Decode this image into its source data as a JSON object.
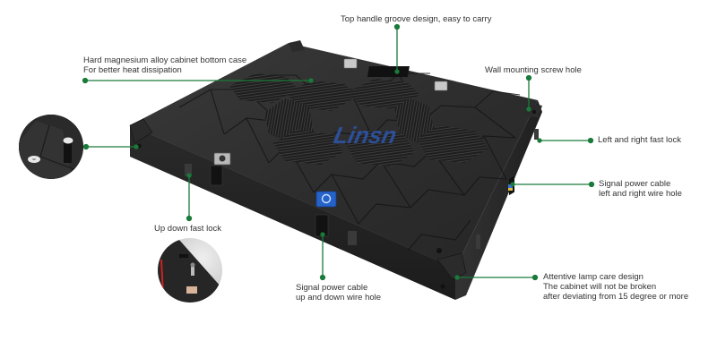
{
  "accent_color": "#1a7a3a",
  "watermark": "Linsn",
  "annotations": {
    "top_handle": {
      "lines": [
        "Top handle groove design, easy to carry"
      ]
    },
    "bottom_case": {
      "lines": [
        "Hard magnesium alloy cabinet bottom case",
        "For better heat dissipation"
      ]
    },
    "wall_mount": {
      "lines": [
        "Wall mounting screw hole"
      ]
    },
    "lr_fast_lock": {
      "lines": [
        "Left and right fast lock"
      ]
    },
    "lr_wire_hole": {
      "lines": [
        "Signal power cable",
        "left and right wire hole"
      ]
    },
    "ud_fast_lock": {
      "lines": [
        "Up down fast lock"
      ]
    },
    "ud_wire_hole": {
      "lines": [
        "Signal power cable",
        "up and down wire hole"
      ]
    },
    "lamp_care": {
      "lines": [
        "Attentive lamp care design",
        "The cabinet will not be broken",
        "after deviating from 15 degree or more"
      ]
    }
  },
  "insets": [
    {
      "name": "corner-detail-inset",
      "description": "Corner locating pins close-up"
    },
    {
      "name": "fast-lock-detail-inset",
      "description": "Up down fast lock close-up"
    }
  ]
}
